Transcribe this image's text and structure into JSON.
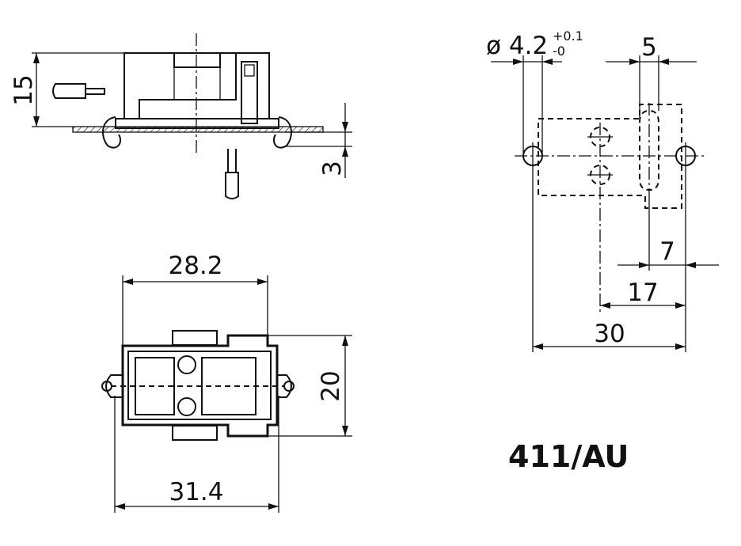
{
  "model": "411/AU",
  "side_view": {
    "height": "15",
    "panel": "3"
  },
  "top_view": {
    "width_top": "28.2",
    "width_bottom": "31.4",
    "height": "20"
  },
  "cutout": {
    "hole_diameter": "ø 4.2",
    "tol_plus": "+0.1",
    "tol_minus": "-0",
    "slot_width": "5",
    "offset_7": "7",
    "offset_17": "17",
    "overall": "30"
  }
}
